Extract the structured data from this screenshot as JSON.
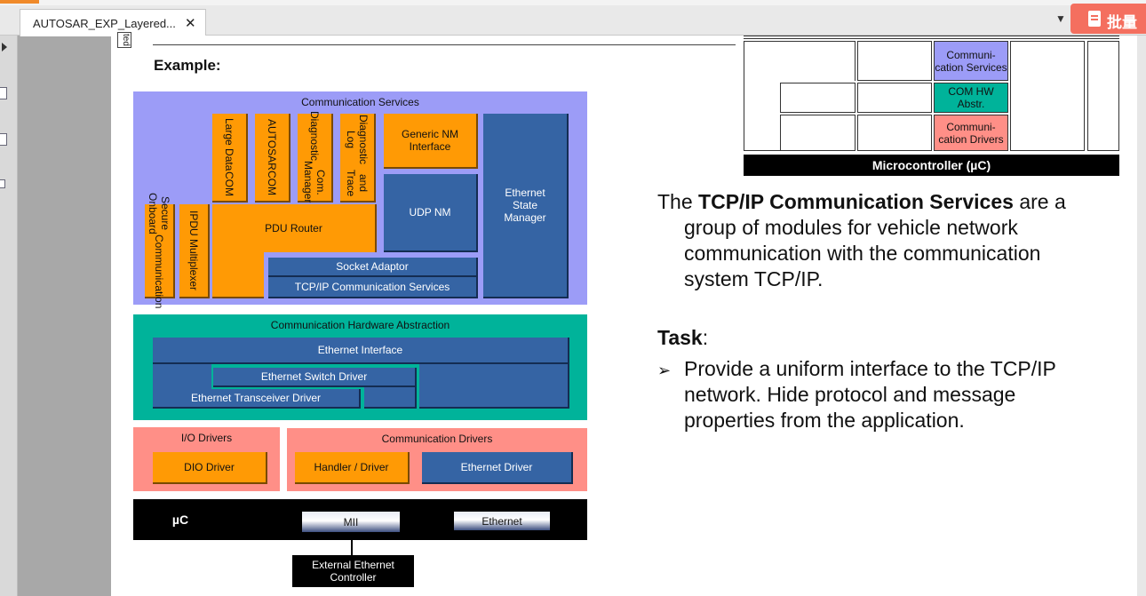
{
  "window": {
    "tab_title": "AUTOSAR_EXP_Layered...",
    "tab_close": "✕",
    "dropdown": "▼",
    "batch_button": "批量"
  },
  "page": {
    "side_label": "ted",
    "example_label": "Example:"
  },
  "diagram": {
    "comm_services": {
      "title": "Communication Services",
      "large_data_com": [
        "Large Data",
        "COM"
      ],
      "autosar_com": [
        "AUTOSAR",
        "COM"
      ],
      "diag_com_manager": [
        "Diagnostic",
        "Com. Manager"
      ],
      "diag_log_trace": [
        "Diagnostic Log",
        "and Trace"
      ],
      "generic_nm": "Generic NM Interface",
      "ethernet_state_manager": "Ethernet State Manager",
      "secure_onboard": [
        "Secure Onboard",
        "Communication"
      ],
      "ipdu_multiplexer": "IPDU Multiplexer",
      "pdu_router": "PDU Router",
      "udp_nm": "UDP NM",
      "socket_adaptor": "Socket Adaptor",
      "tcpip_services": "TCP/IP Communication Services"
    },
    "hw_abstraction": {
      "title": "Communication Hardware Abstraction",
      "ethernet_interface": "Ethernet Interface",
      "ethernet_switch_driver": "Ethernet Switch Driver",
      "ethernet_transceiver_driver": "Ethernet Transceiver Driver"
    },
    "io_drivers": {
      "title": "I/O Drivers",
      "dio_driver": "DIO Driver"
    },
    "comm_drivers": {
      "title": "Communication Drivers",
      "handler_driver": "Handler / Driver",
      "ethernet_driver": "Ethernet Driver"
    },
    "uc": {
      "label": "µC",
      "mii": "MII",
      "ethernet": "Ethernet"
    },
    "external_controller": "External Ethernet Controller"
  },
  "mini_diagram": {
    "comm_services": "Communi-cation Services",
    "com_hw_abstr": "COM HW Abstr.",
    "comm_drivers": "Communi-cation Drivers",
    "microcontroller": "Microcontroller (µC)"
  },
  "description": {
    "pre": "The ",
    "bold": "TCP/IP Communication Services",
    "line1_rest": " are a",
    "line2": "group of modules for vehicle network",
    "line3": "communication with the communication",
    "line4": "system TCP/IP."
  },
  "task": {
    "heading": "Task",
    "colon": ":",
    "bullet": "➢",
    "text": "Provide a uniform interface to the TCP/IP network. Hide protocol and message properties from the application."
  },
  "colors": {
    "comm_services_bg": "#9c9cf7",
    "hw_abstraction_bg": "#00b39a",
    "drivers_bg": "#ff8f87",
    "module_orange": "#ff9a05",
    "module_blue": "#3564a4",
    "uc_bg": "#000000"
  }
}
